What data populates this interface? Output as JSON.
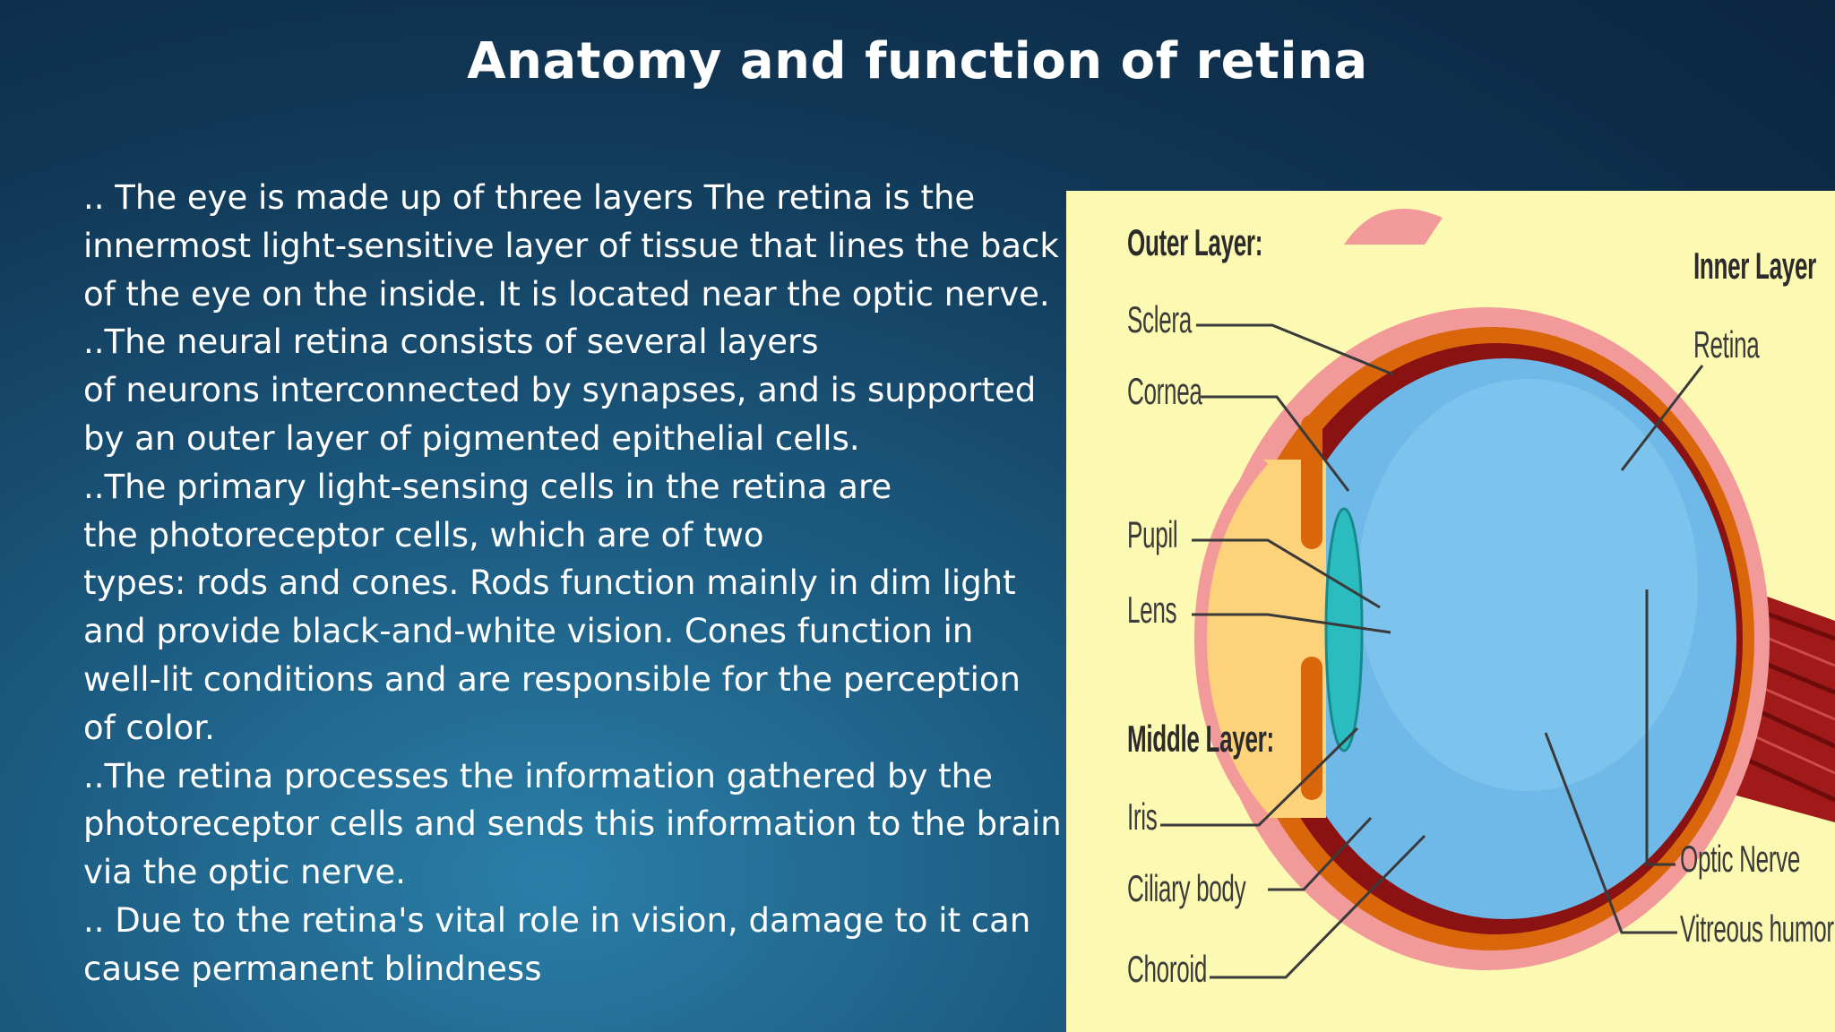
{
  "slide": {
    "title": "Anatomy and function of retina",
    "body_lines": [
      ".. The eye is made up of three layers The retina is the",
      "innermost light-sensitive layer of tissue that lines the back",
      "of the eye on the inside. It is located near the optic nerve.",
      "..The neural retina consists of several layers",
      "of neurons interconnected by synapses, and is supported",
      "by an outer layer of pigmented epithelial cells.",
      "..The primary light-sensing cells in the retina are",
      "the photoreceptor cells, which are of two",
      "types: rods and cones. Rods function mainly in dim light",
      "and provide black-and-white vision. Cones function in",
      "well-lit conditions and are responsible for the perception",
      "of color.",
      "..The retina processes the information gathered by the",
      "photoreceptor cells and sends this information to the brain",
      "via the optic nerve.",
      ".. Due to the retina's vital role in vision, damage to it can",
      "cause permanent blindness"
    ]
  },
  "diagram": {
    "outer_layer_heading": "Outer Layer:",
    "sclera": "Sclera",
    "cornea": "Cornea",
    "pupil": "Pupil",
    "lens": "Lens",
    "middle_layer_heading": "Middle Layer:",
    "iris": "Iris",
    "ciliary_body": "Ciliary body",
    "choroid": "Choroid",
    "inner_layer_heading": "Inner Layer",
    "retina": "Retina",
    "optic_nerve": "Optic Nerve",
    "vitreous_humor": "Vitreous humor"
  },
  "colors": {
    "diagram_background": "#fcf9b2",
    "sclera": "#f29a9a",
    "choroid": "#d9660a",
    "retina": "#8a1212",
    "vitreous": "#6fb9e8",
    "lens": "#2bbcc0",
    "aqueous": "#fcd27a"
  }
}
